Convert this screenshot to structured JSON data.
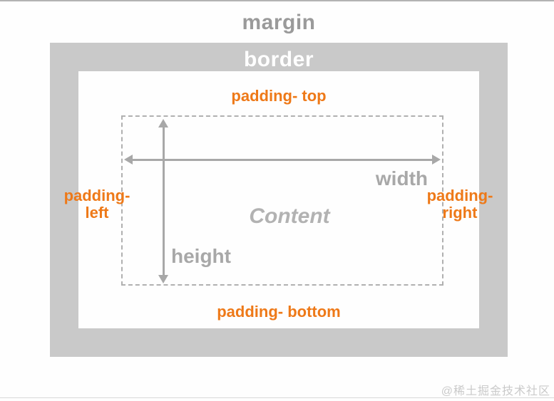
{
  "diagram": {
    "margin_label": "margin",
    "border_label": "border",
    "padding_top_label": "padding- top",
    "padding_bottom_label": "padding- bottom",
    "padding_left": {
      "line1": "padding-",
      "line2": "left"
    },
    "padding_right": {
      "line1": "padding-",
      "line2": "right"
    },
    "content_label": "Content",
    "width_label": "width",
    "height_label": "height"
  },
  "watermark": "@稀土掘金技术社区",
  "colors": {
    "accent_orange": "#ee7918",
    "border_box_gray": "#c9c9c9",
    "margin_text_gray": "#9a9a9a",
    "border_text_white": "#ffffff",
    "dimension_text_gray": "#a8a8a8",
    "content_text_gray": "#b2b2b2",
    "dashed_border_gray": "#b0b0b0",
    "arrow_gray": "#a8a8a8",
    "watermark_gray": "#cacaca"
  }
}
